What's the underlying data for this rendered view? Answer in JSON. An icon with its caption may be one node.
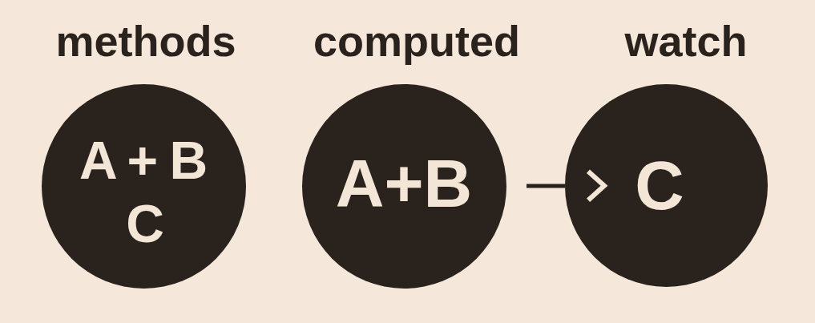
{
  "diagram": {
    "nodes": [
      {
        "text": [
          "methods",
          "A + B",
          "C"
        ]
      },
      {
        "text": [
          "computed",
          "A+B"
        ]
      },
      {
        "text": [
          "watch",
          "C"
        ]
      }
    ],
    "edges": [
      {
        "from": 1,
        "to": 2,
        "arrow": "to"
      }
    ]
  }
}
